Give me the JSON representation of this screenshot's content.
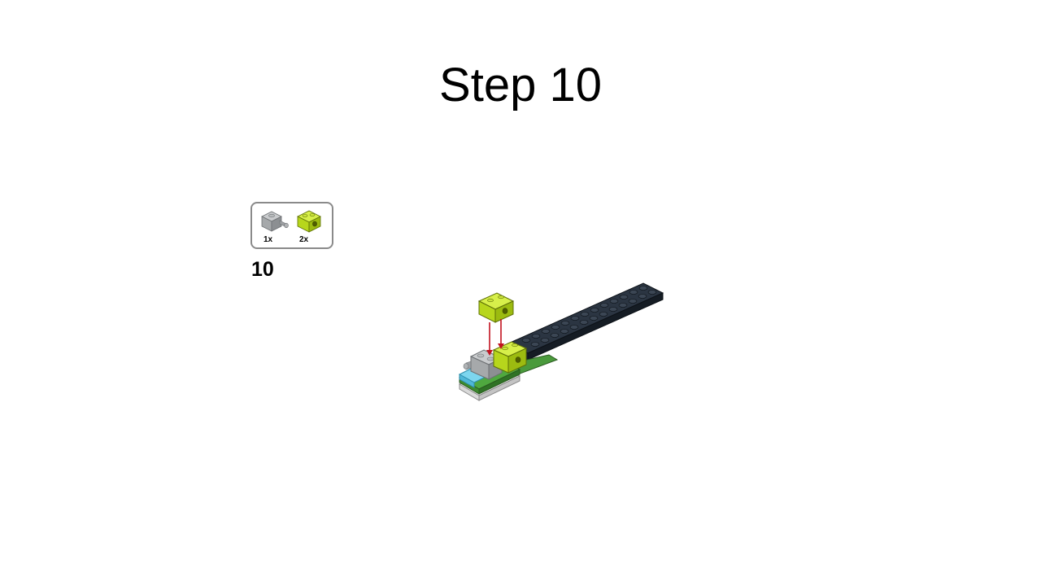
{
  "slide": {
    "title": "Step 10"
  },
  "instruction": {
    "step_number": "10",
    "parts": [
      {
        "name": "gray technic brick with axle",
        "quantity": "1x",
        "color": "#a6a9ab"
      },
      {
        "name": "lime technic brick 1x2 with hole",
        "quantity": "2x",
        "color": "#b7d61c"
      }
    ]
  },
  "colors": {
    "arrow": "#c1121f",
    "black_plate": "#1e2733",
    "lime": "#b7d61c",
    "gray": "#a6a9ab",
    "green": "#4a9a3c",
    "azure": "#5ec7e6",
    "white": "#f2f2f2"
  }
}
